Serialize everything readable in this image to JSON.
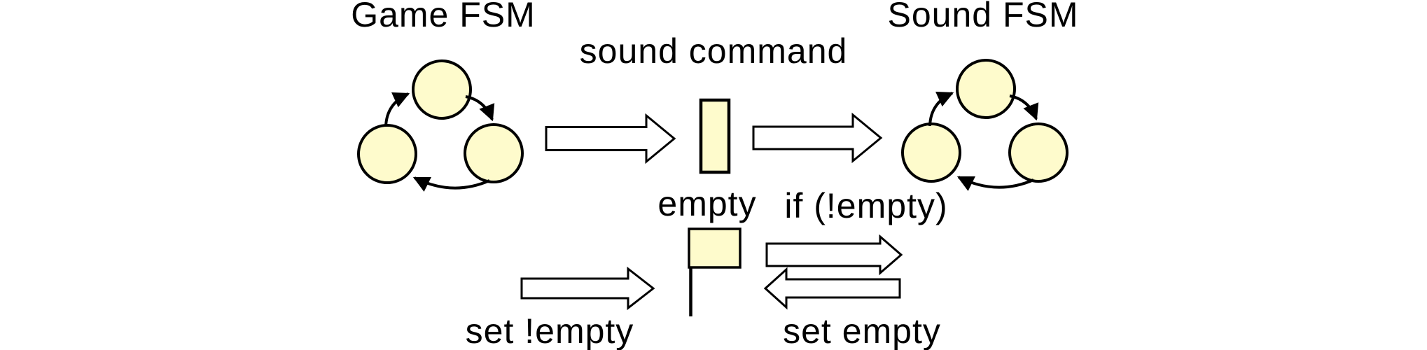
{
  "game_fsm": {
    "title": "Game FSM"
  },
  "sound_fsm": {
    "title": "Sound FSM"
  },
  "queue": {
    "label": "sound command"
  },
  "flag": {
    "label": "empty",
    "check_label": "if (!empty)",
    "set_false_label": "set !empty",
    "set_true_label": "set empty"
  },
  "colors": {
    "node_fill": "#FEFBCC",
    "queue_fill": "#FEFBCC",
    "flag_fill": "#FEFBCC",
    "block_arrow_fill": "#FFFFFF",
    "line": "#000000",
    "background": "#FFFFFF"
  }
}
